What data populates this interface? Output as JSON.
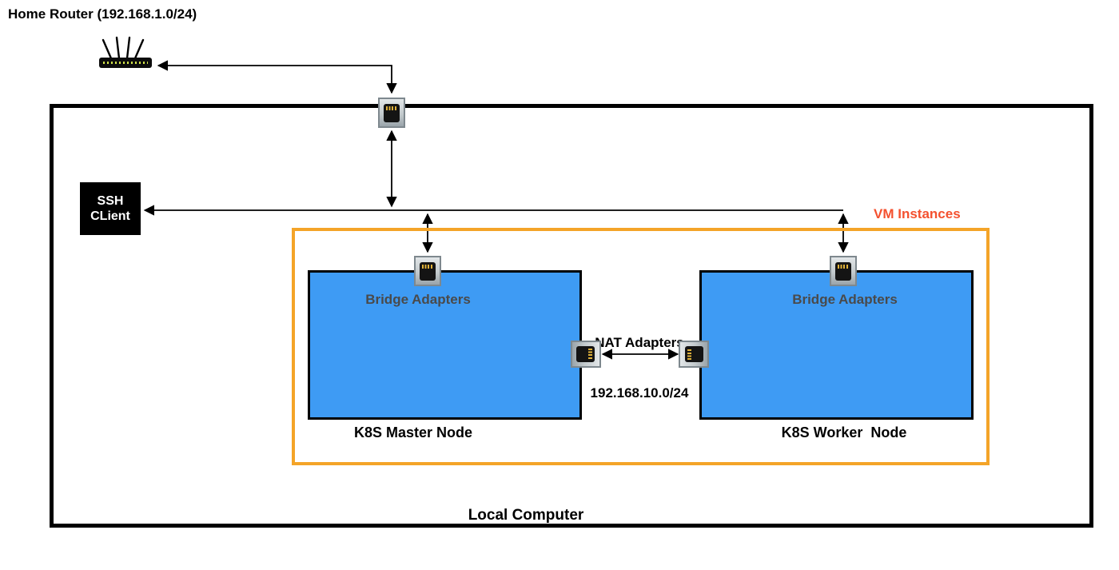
{
  "labels": {
    "home_router": "Home Router (192.168.1.0/24)",
    "ssh_line1": "SSH",
    "ssh_line2": "CLient",
    "local_computer": "Local Computer",
    "vm_instances": "VM Instances",
    "bridge_master": "Bridge Adapters",
    "bridge_worker": "Bridge Adapters",
    "nat_title": "NAT Adapters",
    "nat_subnet": "192.168.10.0/24",
    "master_node": "K8S Master Node",
    "worker_node": "K8S Worker  Node"
  },
  "icons": {
    "router": "wifi-router-icon",
    "ethernet_port": "ethernet-port-icon"
  },
  "colors": {
    "node_fill": "#3e9bf4",
    "vm_border": "#f4a428",
    "vm_label_text": "#f4512f",
    "bridge_label_text": "#4a4a4a",
    "line": "#000000"
  }
}
